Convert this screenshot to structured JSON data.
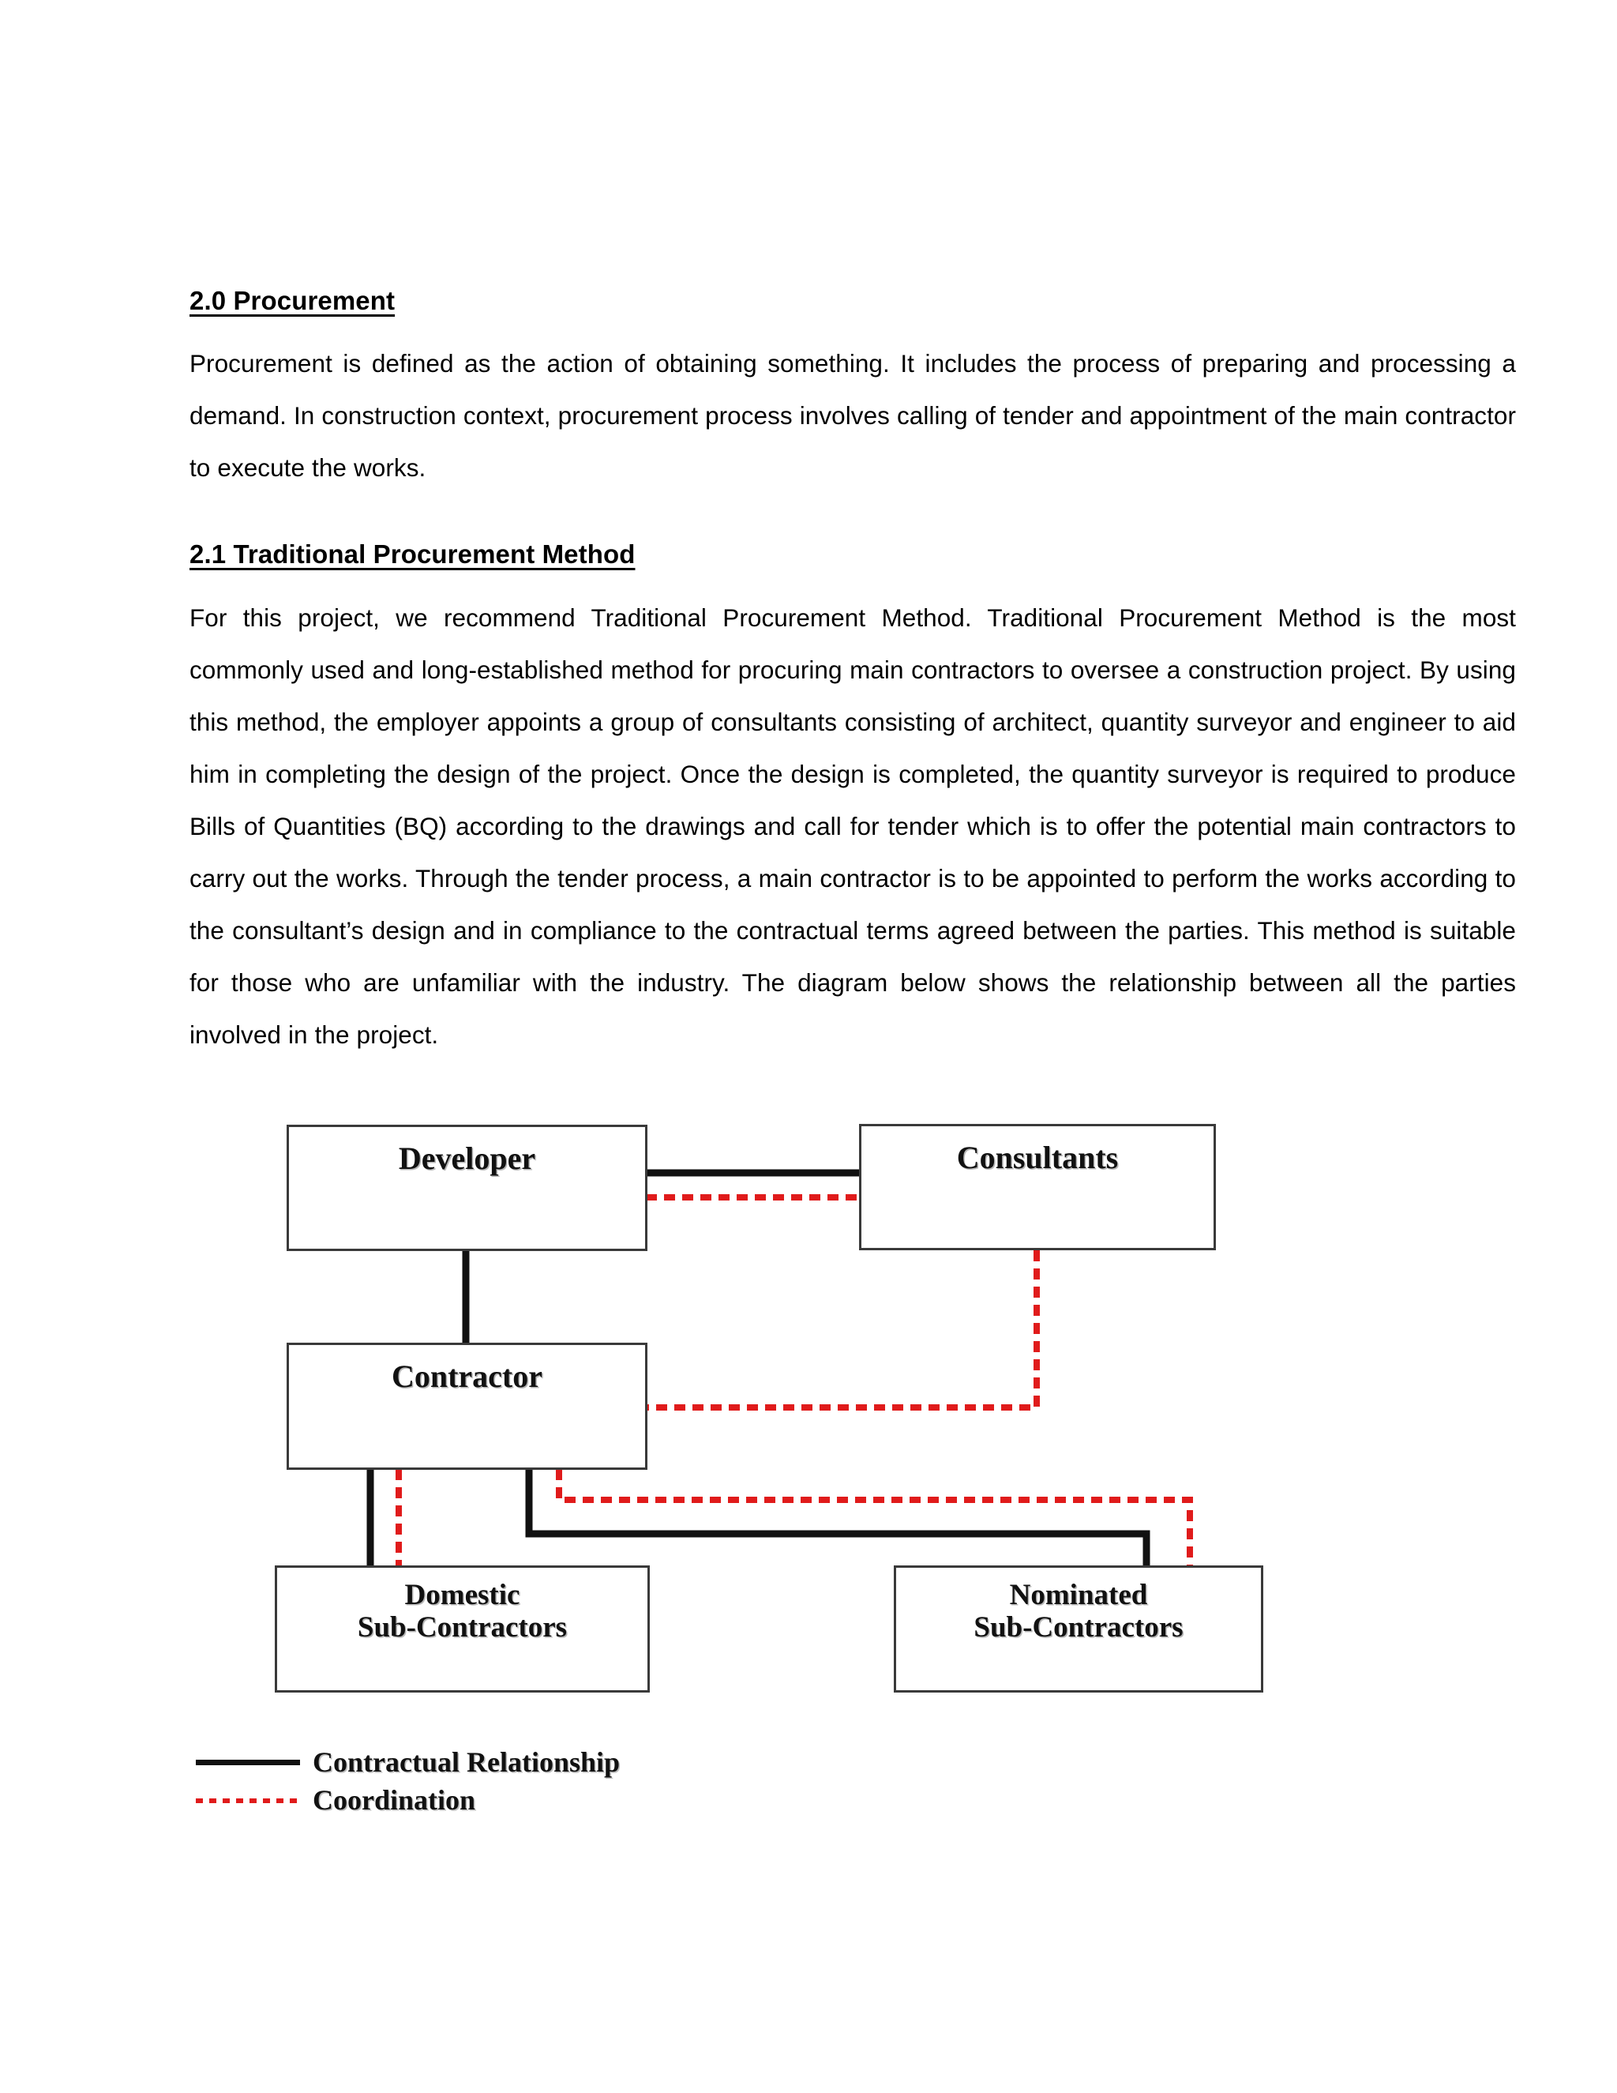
{
  "document": {
    "sections": [
      {
        "heading": "2.0 Procurement",
        "paragraph": "Procurement is defined as the action of obtaining something. It includes the process of preparing and processing a demand. In construction context, procurement process involves calling of tender and appointment of the main contractor to execute the works."
      },
      {
        "heading": "2.1 Traditional Procurement Method",
        "paragraph": "For this project, we recommend Traditional Procurement Method. Traditional Procurement Method is the most commonly used and long-established method for procuring main contractors to oversee a construction project. By using this method, the employer appoints a group of consultants consisting of architect, quantity surveyor and engineer to aid him in completing the design of the project. Once the design is completed, the quantity surveyor is required to produce Bills of Quantities (BQ) according to the drawings and call for tender which is to offer the potential main contractors to carry out the works. Through the tender process, a main contractor is to be appointed to perform the works according to the consultant’s design and in compliance to the contractual terms agreed between the parties. This method is suitable for those who are unfamiliar with the industry. The diagram below shows the relationship between all the parties involved in the project."
      }
    ]
  },
  "diagram": {
    "title": "Traditional Procurement Method relationship diagram",
    "nodes": [
      {
        "id": "developer",
        "label": "Developer"
      },
      {
        "id": "consultants",
        "label": "Consultants"
      },
      {
        "id": "contractor",
        "label": "Contractor"
      },
      {
        "id": "domestic",
        "label": "Domestic\nSub-Contractors"
      },
      {
        "id": "nominated",
        "label": "Nominated\nSub-Contractors"
      }
    ],
    "edges": [
      {
        "from": "developer",
        "to": "consultants",
        "type": "contractual"
      },
      {
        "from": "developer",
        "to": "consultants",
        "type": "coordination"
      },
      {
        "from": "developer",
        "to": "contractor",
        "type": "contractual"
      },
      {
        "from": "consultants",
        "to": "contractor",
        "type": "coordination"
      },
      {
        "from": "contractor",
        "to": "domestic",
        "type": "contractual"
      },
      {
        "from": "contractor",
        "to": "domestic",
        "type": "coordination"
      },
      {
        "from": "contractor",
        "to": "nominated",
        "type": "contractual"
      },
      {
        "from": "contractor",
        "to": "nominated",
        "type": "coordination"
      }
    ],
    "legend": [
      {
        "style": "solid",
        "color": "#111111",
        "label": "Contractual Relationship"
      },
      {
        "style": "dashed",
        "color": "#E01B1B",
        "label": "Coordination"
      }
    ],
    "colors": {
      "contractual": "#111111",
      "coordination": "#E01B1B",
      "box_border": "#3a3a3a",
      "box_fill": "#ffffff"
    }
  }
}
